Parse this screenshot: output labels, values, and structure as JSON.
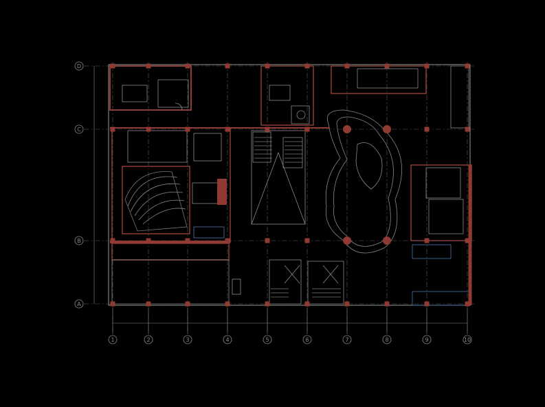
{
  "drawing": {
    "colors": {
      "background": "#000000",
      "wall": "#8f3a32",
      "line": "#8a8a8a",
      "grid": "#5a5a5a",
      "accent": "#4a7ab0"
    }
  },
  "axes": {
    "columns": [
      "1",
      "2",
      "3",
      "4",
      "5",
      "6",
      "7",
      "8",
      "9",
      "10"
    ],
    "rows": [
      "D",
      "C",
      "B",
      "A"
    ]
  }
}
